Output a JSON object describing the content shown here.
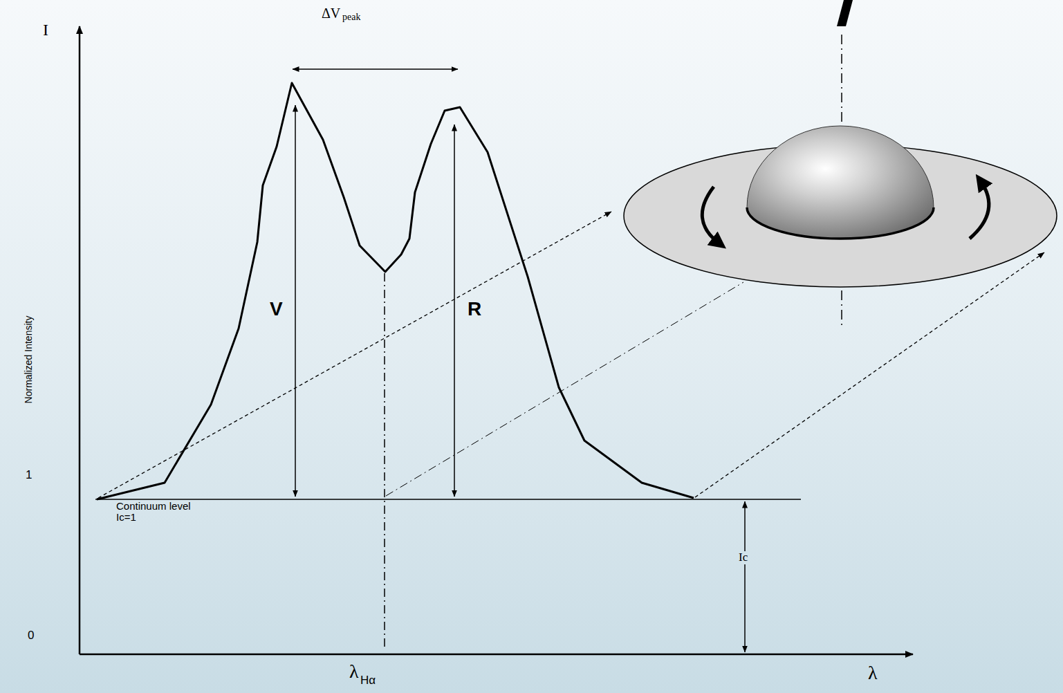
{
  "diagram": {
    "labels": [
      "I",
      "ΔV",
      "peak",
      "Normalized Intensity",
      "1",
      "Continuum level Ic=1",
      "V",
      "R",
      "Ic",
      "0",
      "λ",
      "Hα",
      "λ"
    ]
  }
}
